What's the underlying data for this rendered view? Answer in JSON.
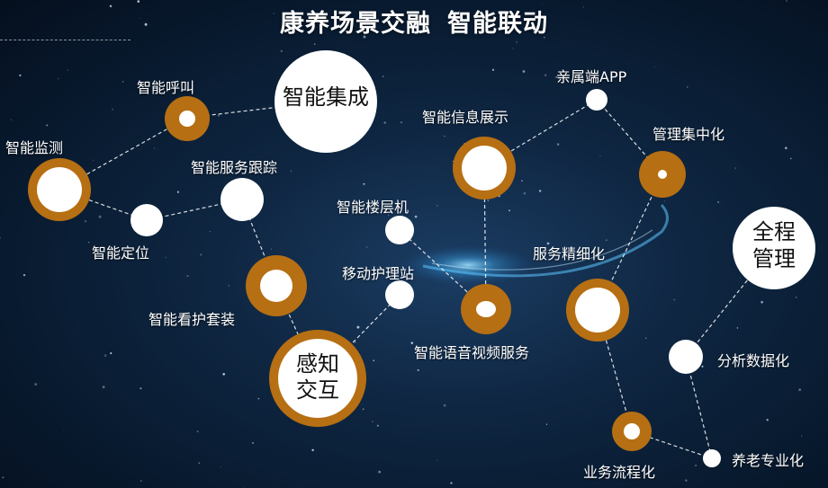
{
  "title": {
    "part1": "康养场景交融",
    "part2": "智能联动"
  },
  "hubs": {
    "integration": "智能集成",
    "perception_line1": "感知",
    "perception_line2": "交互",
    "management_line1": "全程",
    "management_line2": "管理"
  },
  "labels": {
    "smart_call": "智能呼叫",
    "smart_monitoring": "智能监测",
    "smart_service_tracking": "智能服务跟踪",
    "smart_positioning": "智能定位",
    "smart_care_kit": "智能看护套装",
    "smart_floor_unit": "智能楼层机",
    "mobile_nursing_station": "移动护理站",
    "smart_info_display": "智能信息展示",
    "smart_voice_video": "智能语音视频服务",
    "family_app": "亲属端APP",
    "centralized_management": "管理集中化",
    "service_refinement": "服务精细化",
    "data_analysis": "分析数据化",
    "process_business": "业务流程化",
    "elderly_care_specialization": "养老专业化"
  },
  "colors": {
    "ring": "#b66f13",
    "node": "#ffffff",
    "background": "#0b2038"
  }
}
